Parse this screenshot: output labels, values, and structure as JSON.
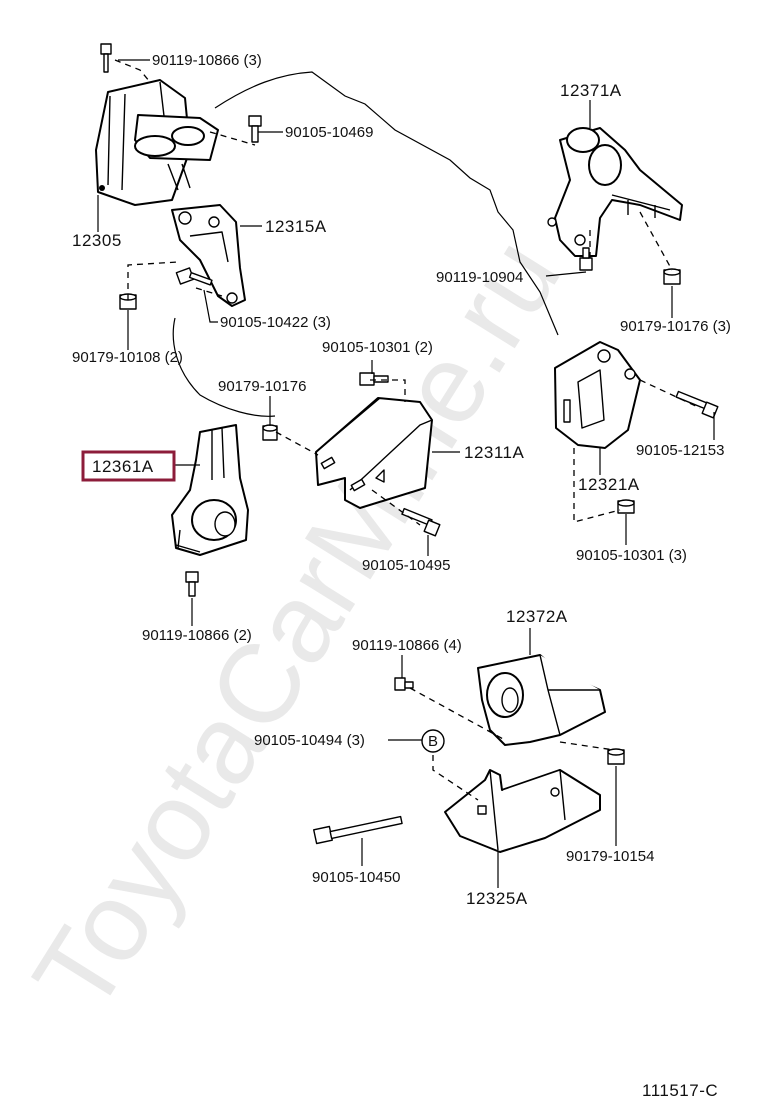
{
  "watermark": "ToyotaCarMine.ru",
  "diagram_code": "111517-C",
  "highlight_color": "#8c1c3a",
  "labels": {
    "p90119_10866_3": "90119-10866 (3)",
    "p90105_10469": "90105-10469",
    "p12305": "12305",
    "p12315A": "12315A",
    "p90179_10108_2": "90179-10108 (2)",
    "p90105_10422_3": "90105-10422 (3)",
    "p12371A": "12371A",
    "p90119_10904": "90119-10904",
    "p90179_10176_3": "90179-10176 (3)",
    "p90105_10301_2": "90105-10301 (2)",
    "p90179_10176": "90179-10176",
    "p12361A": "12361A",
    "p12311A": "12311A",
    "p90105_12153": "90105-12153",
    "p12321A": "12321A",
    "p90105_10495": "90105-10495",
    "p90105_10301_3": "90105-10301 (3)",
    "p90119_10866_2": "90119-10866 (2)",
    "p12372A": "12372A",
    "p90119_10866_4": "90119-10866 (4)",
    "p90105_10494_3": "90105-10494 (3)",
    "callout_b": "B",
    "p90179_10154": "90179-10154",
    "p90105_10450": "90105-10450",
    "p12325A": "12325A"
  }
}
